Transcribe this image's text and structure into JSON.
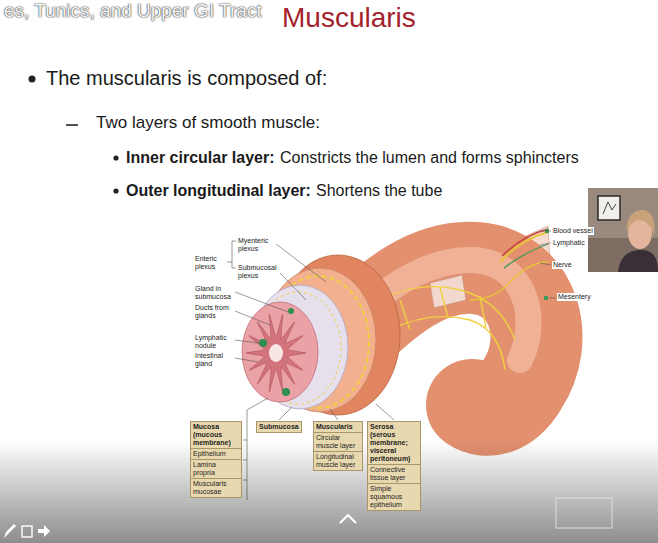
{
  "diagram": {
    "title": "Muscularis",
    "nodes": [
      {
        "text": [
          "Mucosa (mucous membrane)",
          "Epithelium",
          "Lamina propria",
          "Muscularis mucosae"
        ]
      },
      {
        "text": [
          "Submucosa"
        ]
      },
      {
        "text": [
          "Muscularis",
          "Circular muscle layer",
          "Longitudinal muscle layer"
        ]
      },
      {
        "text": [
          "Serosa (serous membrane; visceral peritoneum)",
          "Connective tissue layer",
          "Simple squamous epithelium"
        ]
      }
    ],
    "labels": [
      "es, Tunics, and Upper GI Tract",
      "The muscularis is composed of:",
      "Two layers of smooth muscle:",
      "Inner circular layer:",
      "Constricts the lumen and forms sphincters",
      "Outer longitudinal layer:",
      "Shortens the tube",
      "Enteric plexus",
      "Myenteric plexus",
      "Submucosal plexus",
      "Gland in submucosa",
      "Ducts from glands",
      "Lymphatic nodule",
      "Intestinal gland",
      "Blood vessel",
      "Lymphatic",
      "Nerve",
      "Mesentery"
    ]
  }
}
